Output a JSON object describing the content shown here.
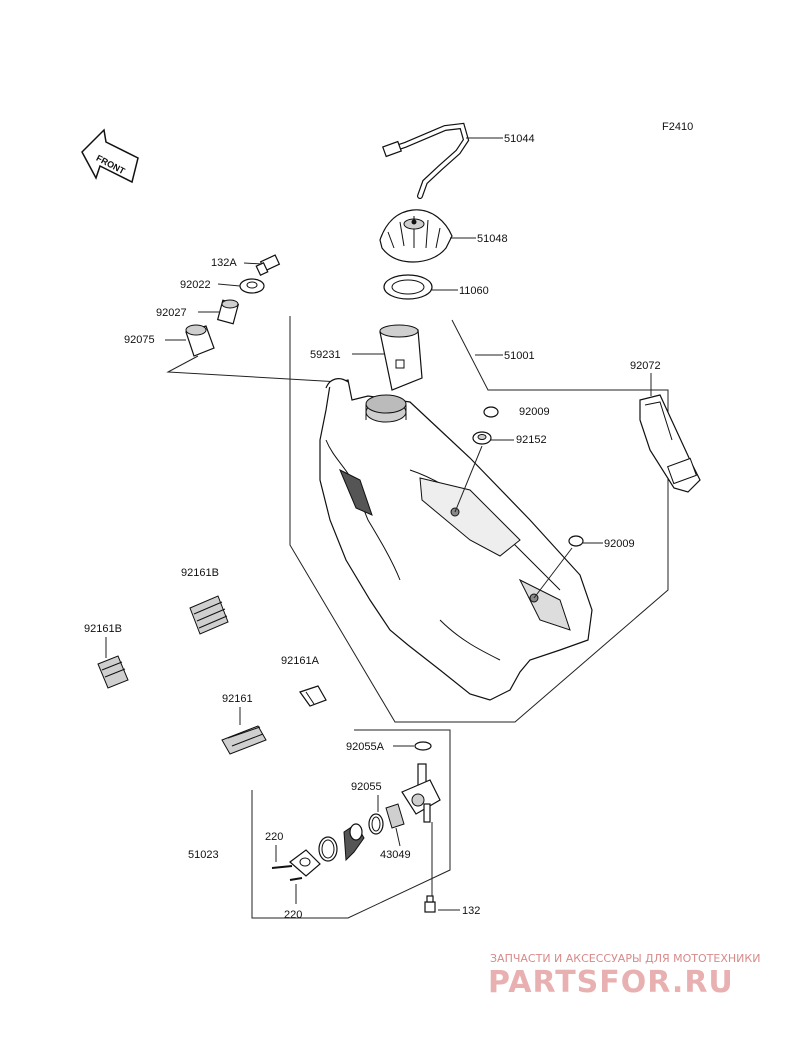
{
  "figure_code": "F2410",
  "front_label": "FRONT",
  "parts": [
    {
      "id": "p51044",
      "label": "51044"
    },
    {
      "id": "p51048",
      "label": "51048"
    },
    {
      "id": "p11060",
      "label": "11060"
    },
    {
      "id": "p132a",
      "label": "132A"
    },
    {
      "id": "p92022",
      "label": "92022"
    },
    {
      "id": "p92027",
      "label": "92027"
    },
    {
      "id": "p92075",
      "label": "92075"
    },
    {
      "id": "p59231",
      "label": "59231"
    },
    {
      "id": "p51001",
      "label": "51001"
    },
    {
      "id": "p92072",
      "label": "92072"
    },
    {
      "id": "p92009a",
      "label": "92009"
    },
    {
      "id": "p92152",
      "label": "92152"
    },
    {
      "id": "p92009b",
      "label": "92009"
    },
    {
      "id": "p92161b1",
      "label": "92161B"
    },
    {
      "id": "p92161b2",
      "label": "92161B"
    },
    {
      "id": "p92161a",
      "label": "92161A"
    },
    {
      "id": "p92161",
      "label": "92161"
    },
    {
      "id": "p92055a",
      "label": "92055A"
    },
    {
      "id": "p92055",
      "label": "92055"
    },
    {
      "id": "p51023",
      "label": "51023"
    },
    {
      "id": "p220a",
      "label": "220"
    },
    {
      "id": "p43049",
      "label": "43049"
    },
    {
      "id": "p220b",
      "label": "220"
    },
    {
      "id": "p132",
      "label": "132"
    }
  ],
  "watermark": {
    "tagline": "ЗАПЧАСТИ И АКСЕССУАРЫ ДЛЯ МОТОТЕХНИКИ",
    "logo": "PARTSFOR.RU"
  }
}
